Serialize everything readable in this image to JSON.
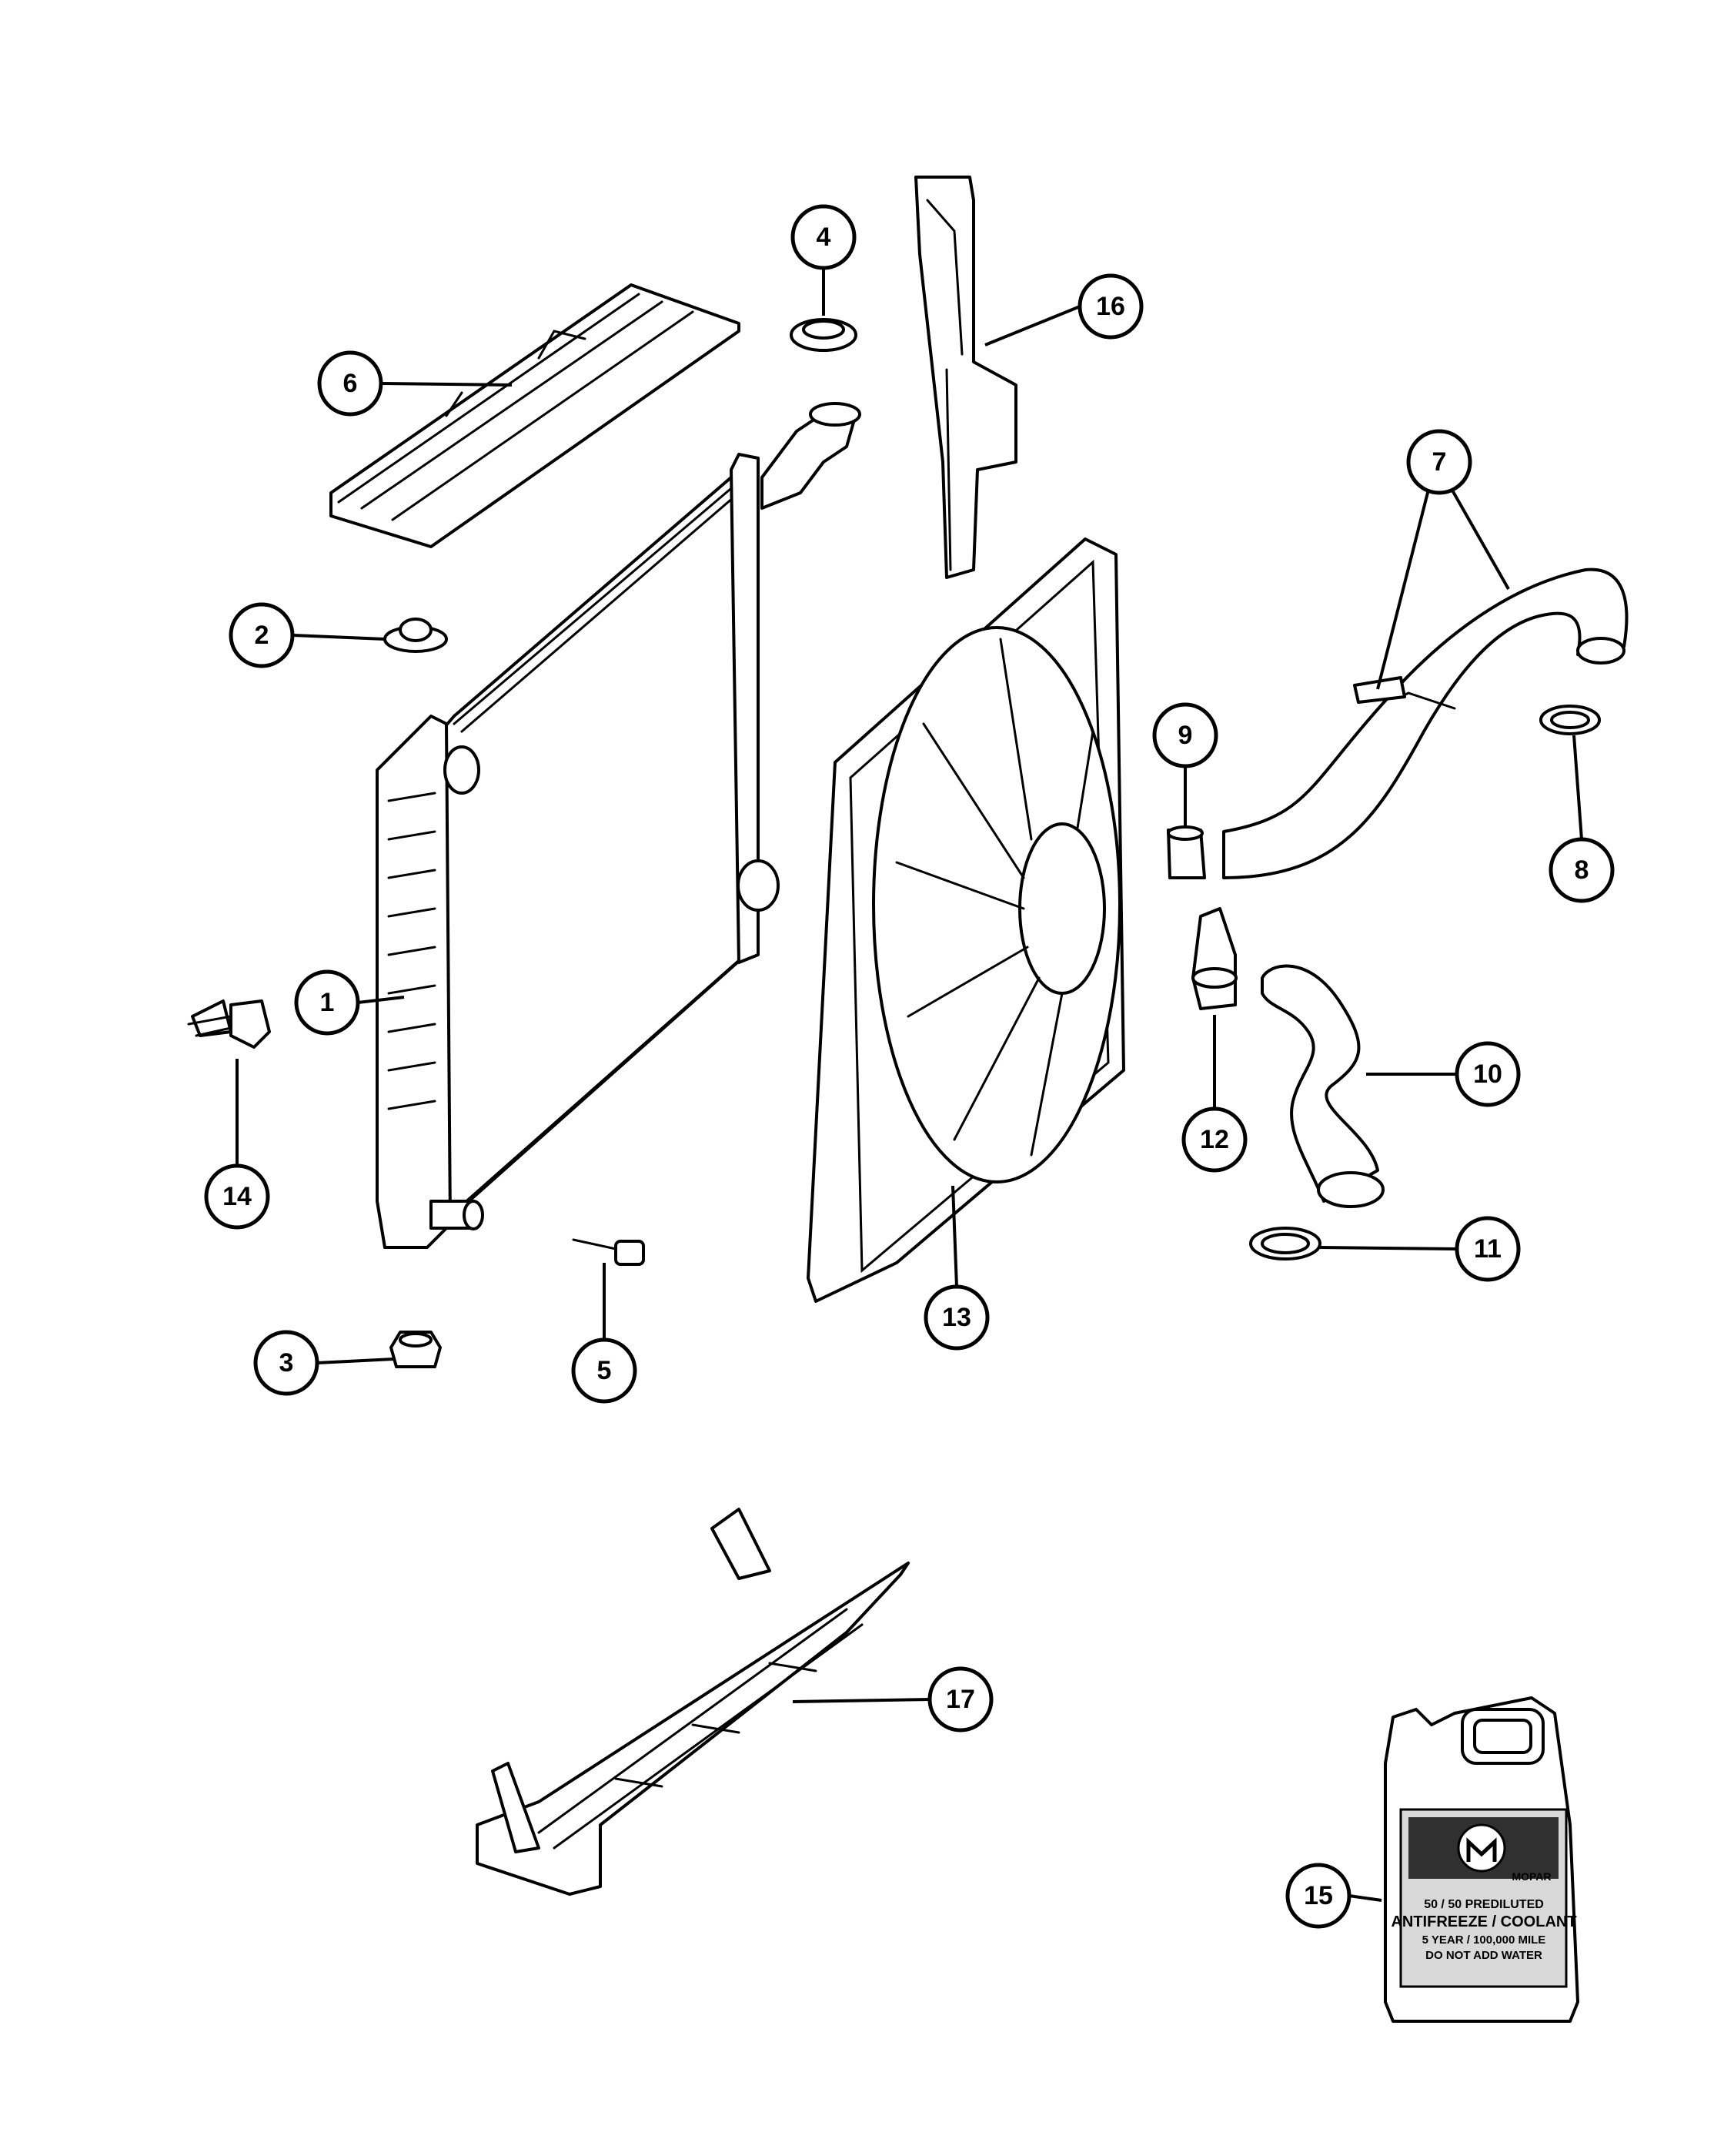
{
  "diagram": {
    "callouts": [
      {
        "number": "1",
        "part": "radiator"
      },
      {
        "number": "2",
        "part": "radiator-upper-isolator"
      },
      {
        "number": "3",
        "part": "radiator-lower-isolator"
      },
      {
        "number": "4",
        "part": "radiator-pressure-cap"
      },
      {
        "number": "5",
        "part": "draincock"
      },
      {
        "number": "6",
        "part": "upper-air-seal"
      },
      {
        "number": "7",
        "part": "radiator-upper-hose"
      },
      {
        "number": "8",
        "part": "hose-clamp"
      },
      {
        "number": "9",
        "part": "hose-clamp"
      },
      {
        "number": "10",
        "part": "radiator-lower-hose"
      },
      {
        "number": "11",
        "part": "hose-clamp"
      },
      {
        "number": "12",
        "part": "hose-clamp"
      },
      {
        "number": "13",
        "part": "fan-module"
      },
      {
        "number": "14",
        "part": "push-pin-retainer"
      },
      {
        "number": "15",
        "part": "coolant-container"
      },
      {
        "number": "16",
        "part": "side-air-seal"
      },
      {
        "number": "17",
        "part": "lower-air-deflector"
      }
    ],
    "coolant_label": {
      "brand": "MOPAR",
      "line1": "50 / 50 PREDILUTED",
      "line2": "ANTIFREEZE / COOLANT",
      "line3": "5 YEAR / 100,000 MILE",
      "line4": "DO NOT ADD WATER"
    }
  }
}
